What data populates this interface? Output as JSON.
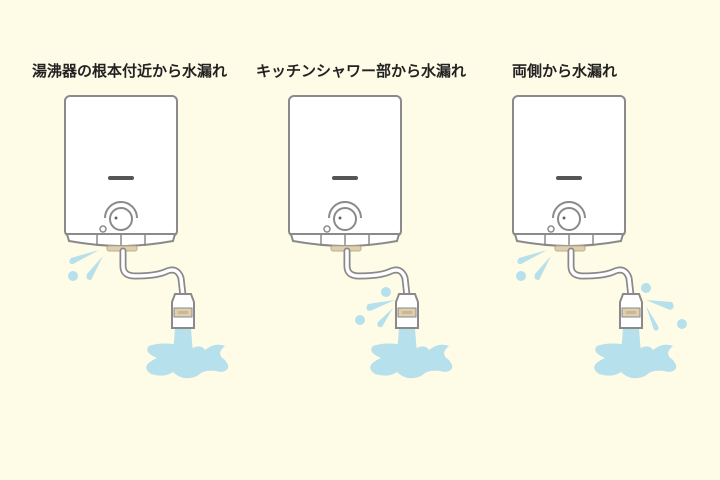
{
  "colors": {
    "background": "#fefbe6",
    "outline": "#8a8a8a",
    "body_fill": "#ffffff",
    "water": "#b6e0ec",
    "fitting": "#e0cfae"
  },
  "panels": [
    {
      "title": "湯沸器の根本付近から水漏れ",
      "leak_points": [
        "heater-base"
      ]
    },
    {
      "title": "キッチンシャワー部から水漏れ",
      "leak_points": [
        "shower-head"
      ]
    },
    {
      "title": "両側から水漏れ",
      "leak_points": [
        "heater-base",
        "shower-head"
      ]
    }
  ]
}
